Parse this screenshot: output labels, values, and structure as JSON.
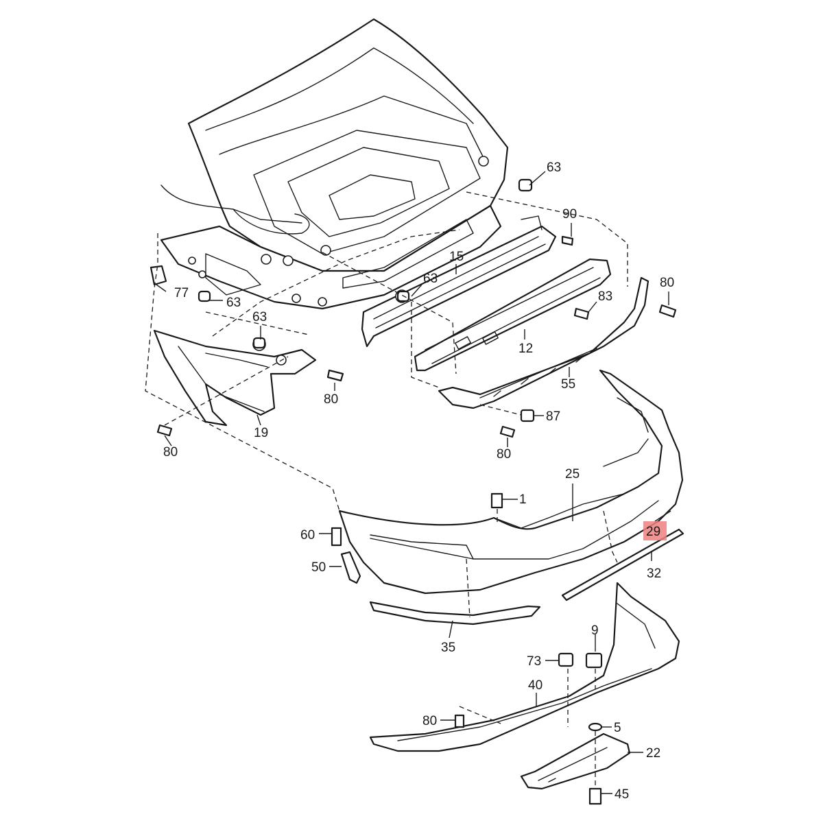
{
  "callouts": {
    "p63a": "63",
    "p90": "90",
    "p15": "15",
    "p63b": "63",
    "p80a": "80",
    "p83": "83",
    "p77": "77",
    "p63c": "63",
    "p63d": "63",
    "p12": "12",
    "p80b": "80",
    "p55": "55",
    "p19": "19",
    "p87": "87",
    "p80c": "80",
    "p80d": "80",
    "p25": "25",
    "p1": "1",
    "p60": "60",
    "p29": "29",
    "p50": "50",
    "p32": "32",
    "p35": "35",
    "p9": "9",
    "p73": "73",
    "p40": "40",
    "p80e": "80",
    "p5": "5",
    "p22": "22",
    "p45": "45"
  },
  "highlight": {
    "label": "29",
    "color": "#f08080"
  }
}
